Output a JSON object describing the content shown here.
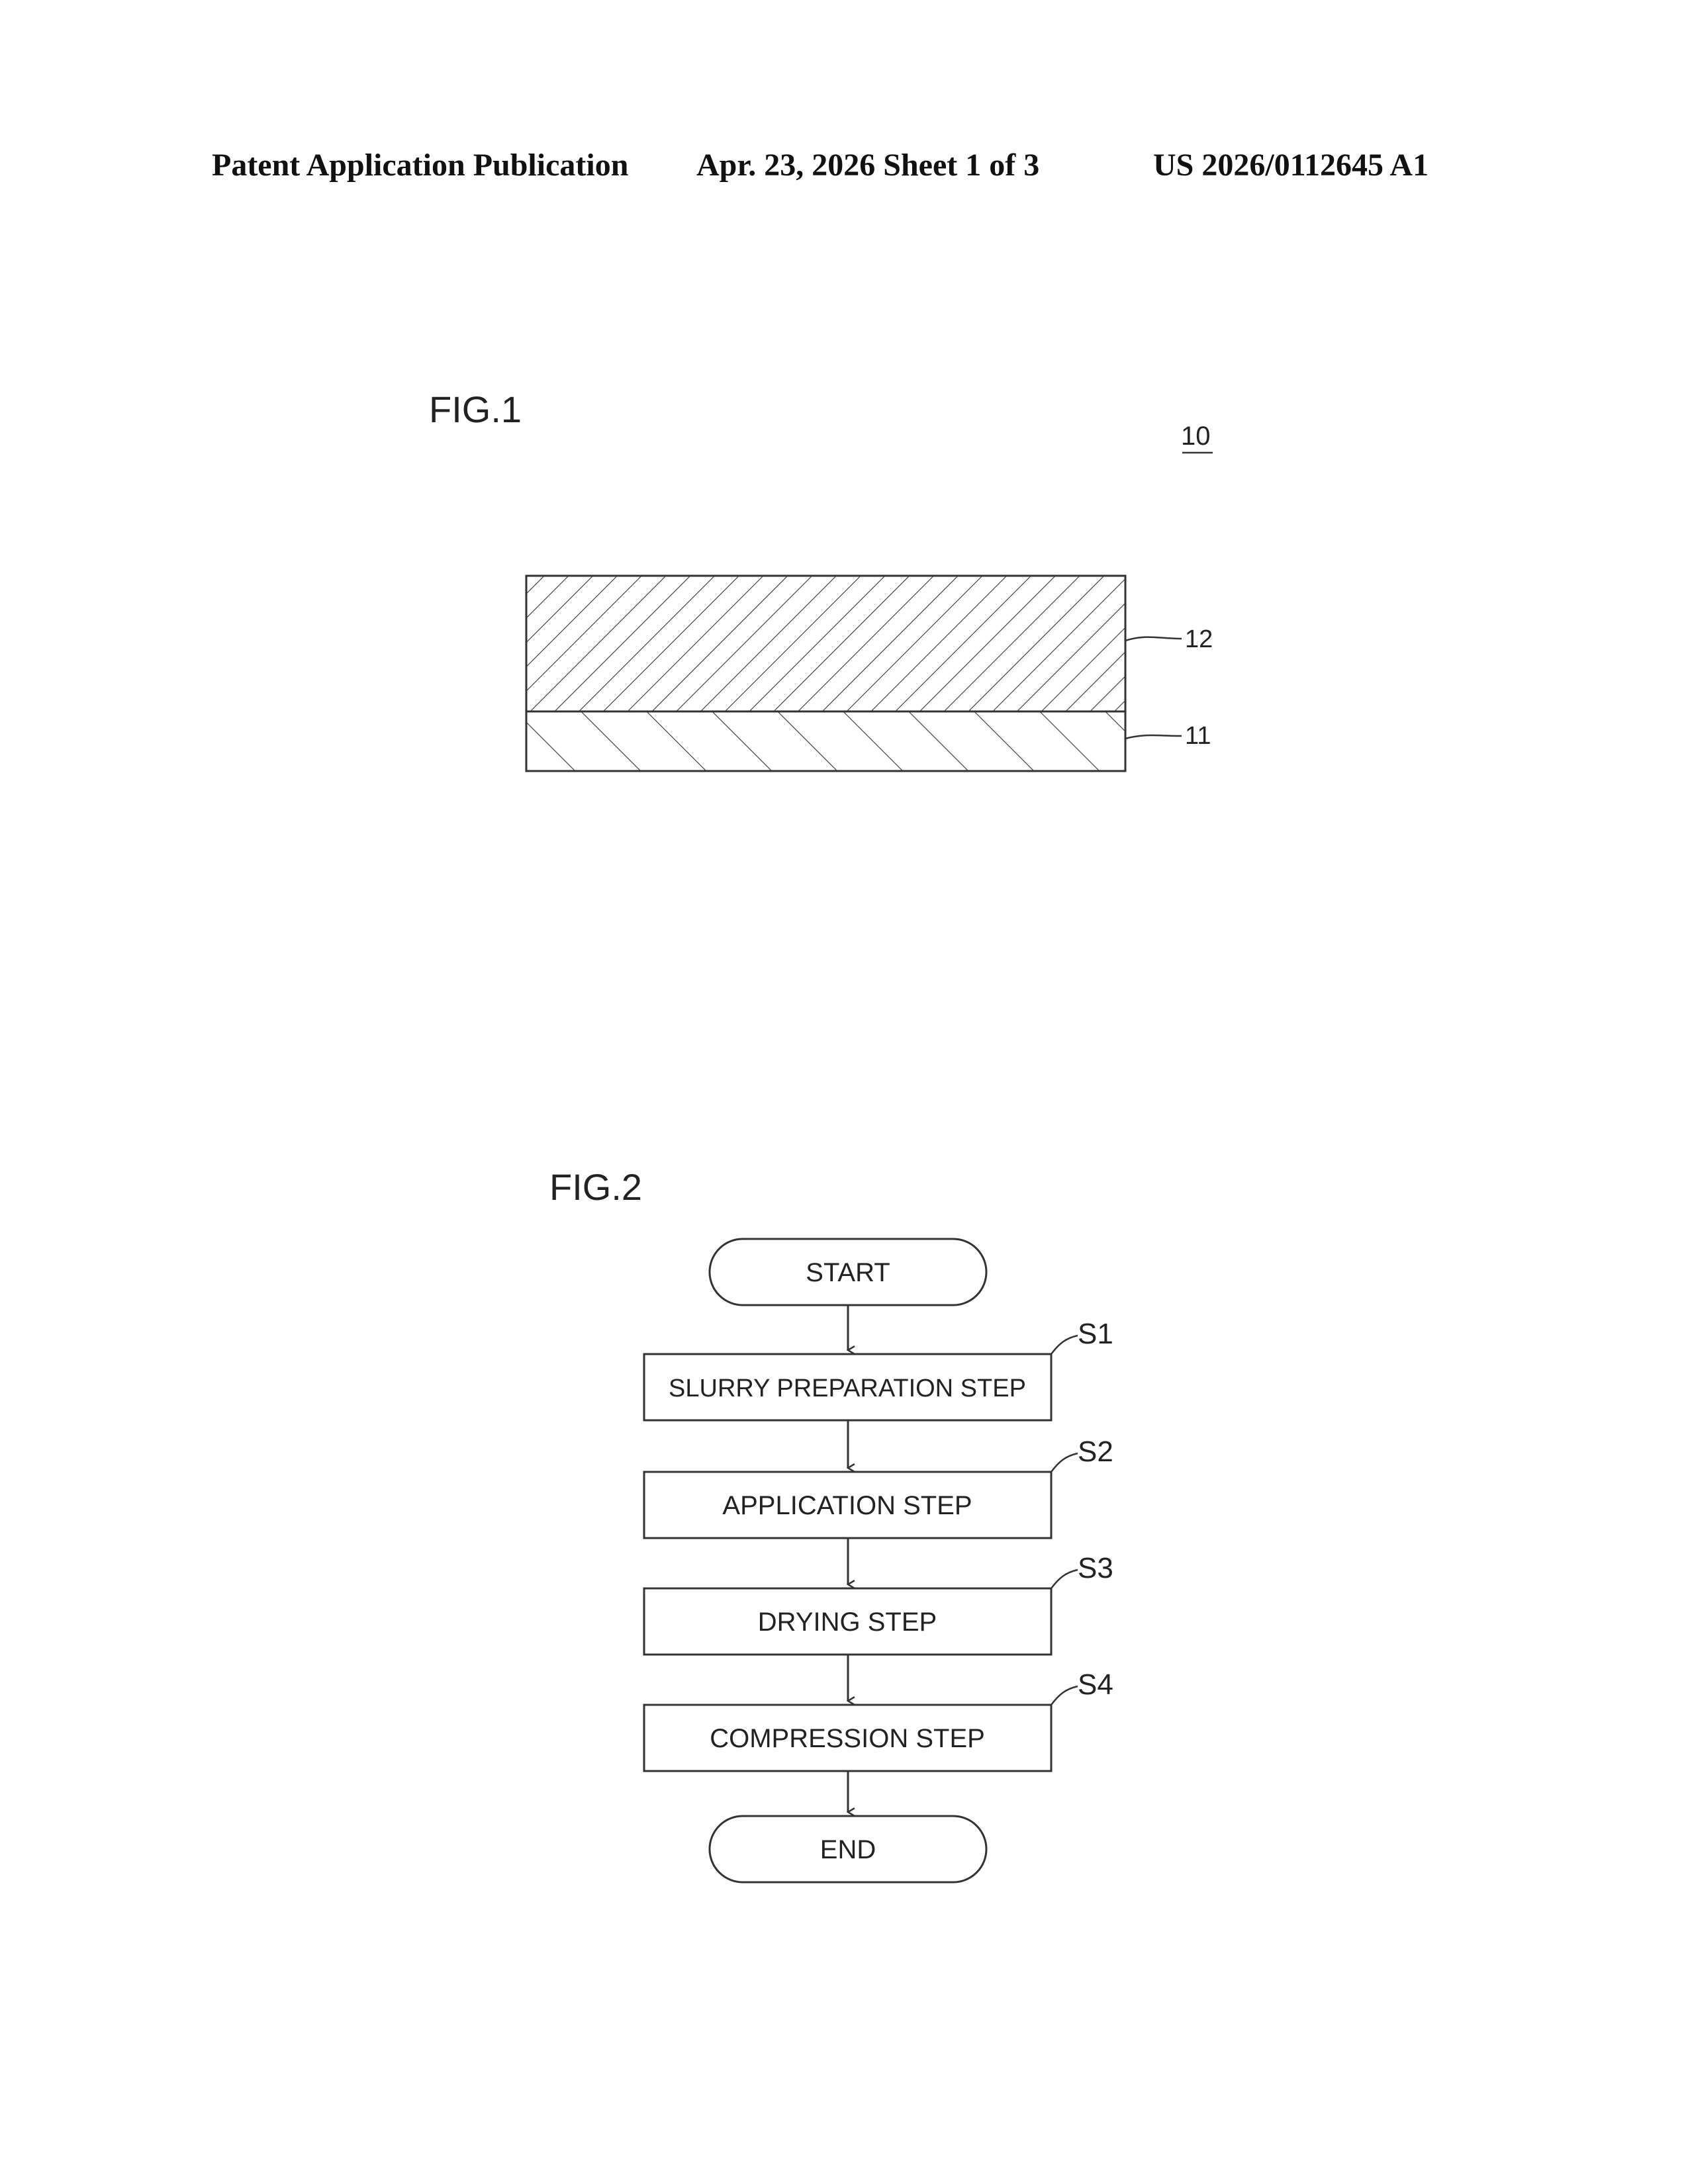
{
  "header": {
    "left": "Patent Application Publication",
    "middle": "Apr. 23, 2026  Sheet 1 of 3",
    "right": "US 2026/0112645 A1"
  },
  "fig1": {
    "title": "FIG.1",
    "ref_main": "10",
    "ref_top_layer": "12",
    "ref_bottom_layer": "11"
  },
  "fig2": {
    "title": "FIG.2",
    "start": "START",
    "end": "END",
    "steps": [
      {
        "id": "S1",
        "label": "SLURRY PREPARATION STEP"
      },
      {
        "id": "S2",
        "label": "APPLICATION STEP"
      },
      {
        "id": "S3",
        "label": "DRYING STEP"
      },
      {
        "id": "S4",
        "label": "COMPRESSION STEP"
      }
    ]
  }
}
